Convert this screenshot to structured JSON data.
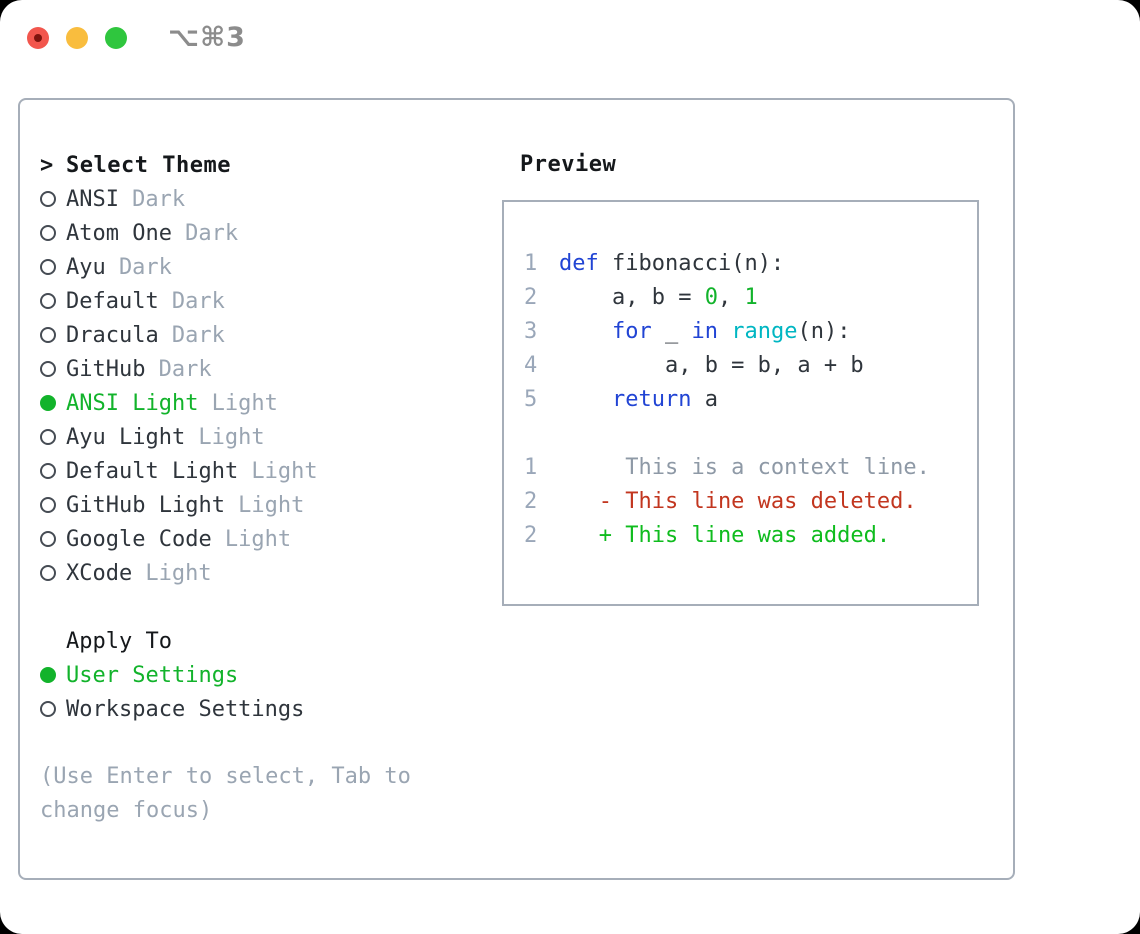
{
  "titlebar": {
    "shortcut": "⌥⌘3"
  },
  "colors": {
    "traffic_red": "#f2564d",
    "traffic_yellow": "#f9bd3e",
    "traffic_green": "#2fc63e",
    "border": "#a6aeb9",
    "dark_text": "#2f353c",
    "near_black": "#15181b",
    "gray_text": "#9aa5b2",
    "gutter_text": "#9aa7b9",
    "accent_green": "#12b32b",
    "added_green": "#0fbc1e",
    "keyword_blue": "#2144d4",
    "builtin_cyan": "#00b6c2",
    "deleted_red": "#c2361f"
  },
  "theme_selector": {
    "prompt": ">",
    "header": "Select Theme",
    "items": [
      {
        "name": "ANSI",
        "variant": "Dark",
        "selected": false
      },
      {
        "name": "Atom One",
        "variant": "Dark",
        "selected": false
      },
      {
        "name": "Ayu",
        "variant": "Dark",
        "selected": false
      },
      {
        "name": "Default",
        "variant": "Dark",
        "selected": false
      },
      {
        "name": "Dracula",
        "variant": "Dark",
        "selected": false
      },
      {
        "name": "GitHub",
        "variant": "Dark",
        "selected": false
      },
      {
        "name": "ANSI Light",
        "variant": "Light",
        "selected": true
      },
      {
        "name": "Ayu Light",
        "variant": "Light",
        "selected": false
      },
      {
        "name": "Default Light",
        "variant": "Light",
        "selected": false
      },
      {
        "name": "GitHub Light",
        "variant": "Light",
        "selected": false
      },
      {
        "name": "Google Code",
        "variant": "Light",
        "selected": false
      },
      {
        "name": "XCode",
        "variant": "Light",
        "selected": false
      }
    ]
  },
  "apply_to": {
    "header": "Apply To",
    "options": [
      {
        "label": "User Settings",
        "selected": true
      },
      {
        "label": "Workspace Settings",
        "selected": false
      }
    ]
  },
  "help_text": "(Use Enter to select, Tab to change focus)",
  "preview": {
    "label": "Preview",
    "code_lines": [
      {
        "num": "1",
        "tokens": [
          {
            "t": "def",
            "c": "kw"
          },
          {
            "t": " fibonacci(n):",
            "c": "plain"
          }
        ]
      },
      {
        "num": "2",
        "tokens": [
          {
            "t": "    a, b = ",
            "c": "plain"
          },
          {
            "t": "0",
            "c": "num"
          },
          {
            "t": ", ",
            "c": "plain"
          },
          {
            "t": "1",
            "c": "num"
          }
        ]
      },
      {
        "num": "3",
        "tokens": [
          {
            "t": "    ",
            "c": "plain"
          },
          {
            "t": "for",
            "c": "kw"
          },
          {
            "t": " _ ",
            "c": "plain"
          },
          {
            "t": "in",
            "c": "kw"
          },
          {
            "t": " ",
            "c": "plain"
          },
          {
            "t": "range",
            "c": "builtin"
          },
          {
            "t": "(n):",
            "c": "plain"
          }
        ]
      },
      {
        "num": "4",
        "tokens": [
          {
            "t": "        a, b = b, a + b",
            "c": "plain"
          }
        ]
      },
      {
        "num": "5",
        "tokens": [
          {
            "t": "    ",
            "c": "plain"
          },
          {
            "t": "return",
            "c": "kw"
          },
          {
            "t": " a",
            "c": "plain"
          }
        ]
      }
    ],
    "diff_lines": [
      {
        "num": "1",
        "text": "     This is a context line.",
        "kind": "context"
      },
      {
        "num": "2",
        "text": "   - This line was deleted.",
        "kind": "deleted"
      },
      {
        "num": "2",
        "text": "   + This line was added.",
        "kind": "added"
      }
    ]
  }
}
